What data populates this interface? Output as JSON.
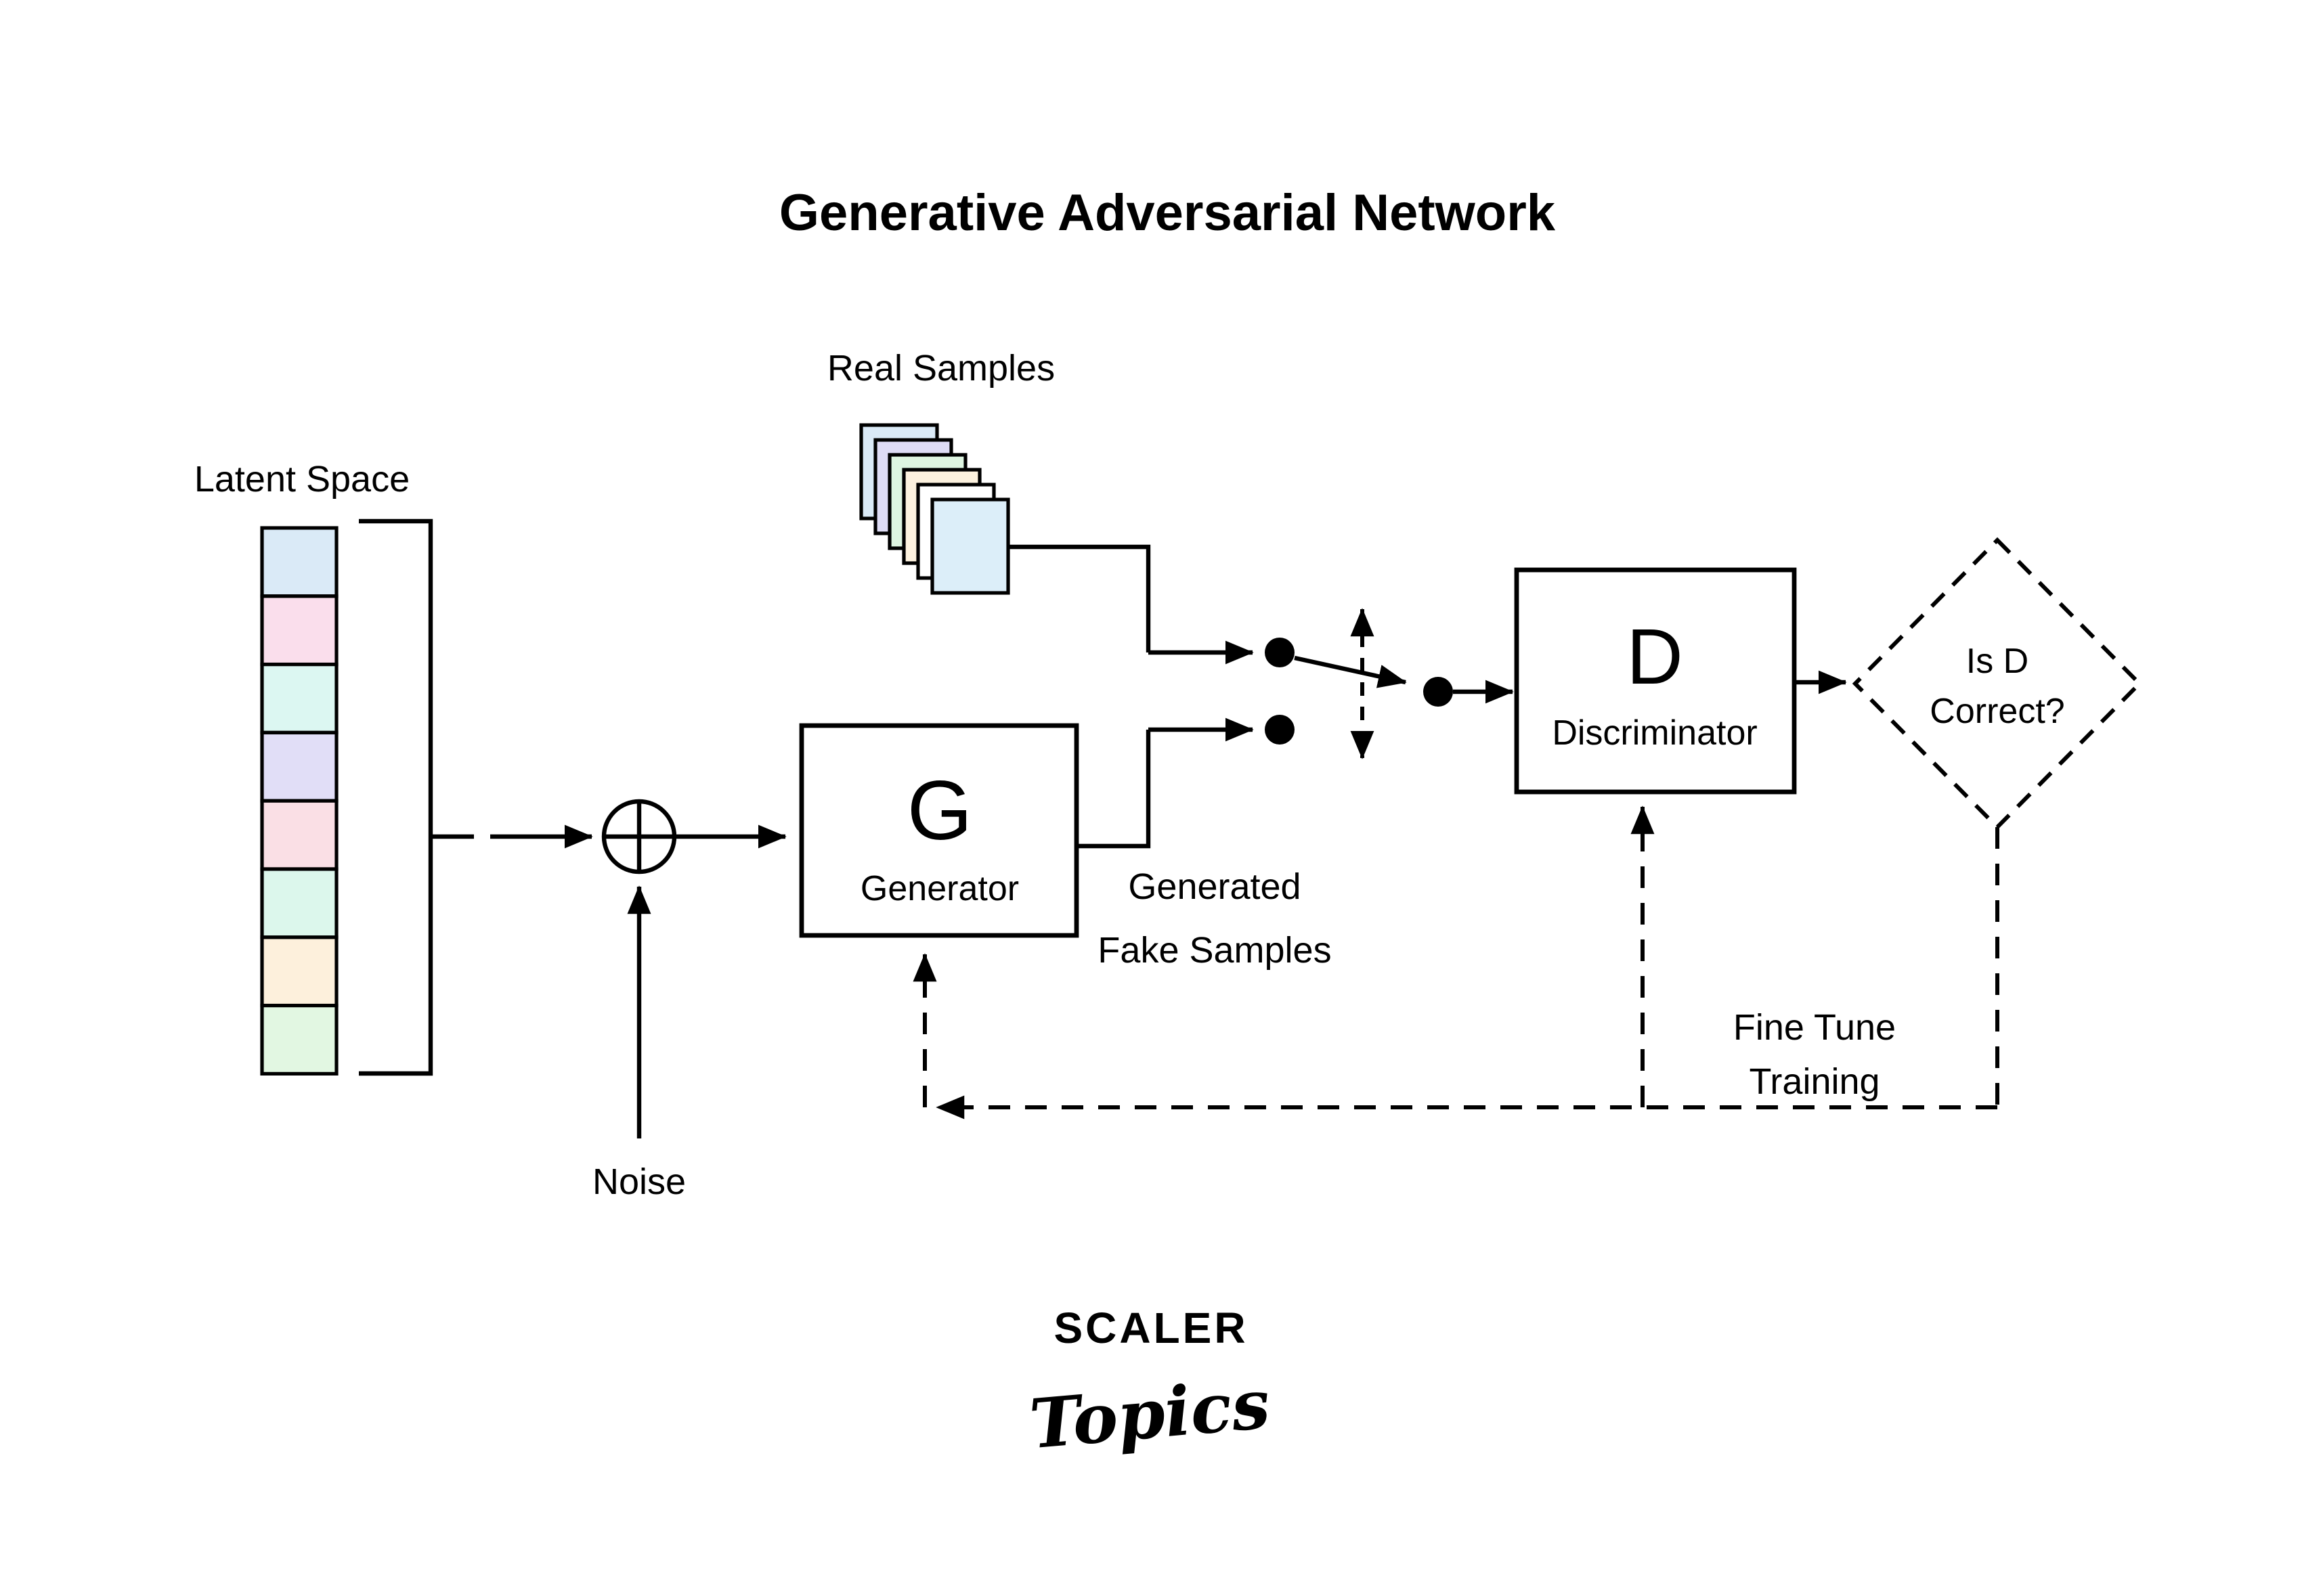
{
  "diagram": {
    "title": "Generative Adversarial Network",
    "latent": {
      "label": "Latent Space",
      "cell_colors": [
        "#daeaf7",
        "#fadeec",
        "#dcf7f2",
        "#e1def7",
        "#fadfe5",
        "#dcf7ec",
        "#fdf0dc",
        "#e2f7e2"
      ]
    },
    "real_samples": {
      "label": "Real Samples",
      "stack_colors": [
        "#daeaf7",
        "#dedcf5",
        "#def5e1",
        "#fdf2df",
        "#ffffff",
        "#dceef9"
      ]
    },
    "noise_label": "Noise",
    "generator": {
      "symbol": "G",
      "label": "Generator"
    },
    "generated_fake": {
      "line1": "Generated",
      "line2": "Fake Samples"
    },
    "discriminator": {
      "symbol": "D",
      "label": "Discriminator"
    },
    "decision": {
      "line1": "Is D",
      "line2": "Correct?"
    },
    "fine_tune": {
      "line1": "Fine Tune",
      "line2": "Training"
    },
    "stroke_color": "#000000"
  },
  "logo": {
    "brand": "SCALER",
    "word": "Topics",
    "brand_color": "#1b2540",
    "word_color": "#e7256b"
  }
}
